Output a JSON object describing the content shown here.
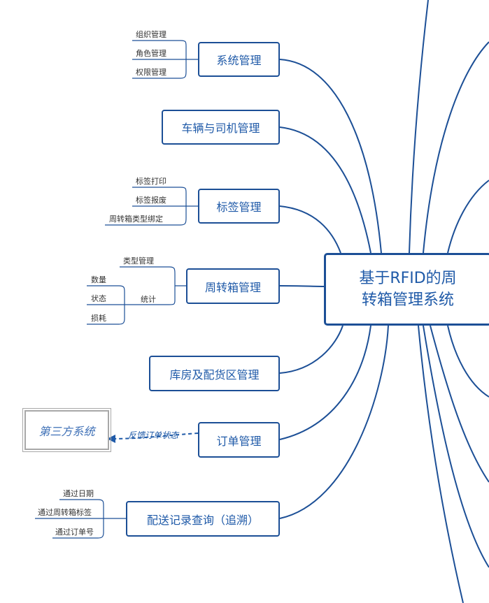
{
  "root": {
    "line1": "基于RFID的周",
    "line2": "转箱管理系统"
  },
  "branches": {
    "system": {
      "label": "系统管理",
      "children": [
        "组织管理",
        "角色管理",
        "权限管理"
      ]
    },
    "vehicle": {
      "label": "车辆与司机管理"
    },
    "tag": {
      "label": "标签管理",
      "children": [
        "标签打印",
        "标签报废",
        "周转箱类型绑定"
      ]
    },
    "box": {
      "label": "周转箱管理",
      "type_mgmt": "类型管理",
      "stats": {
        "label": "统计",
        "children": [
          "数量",
          "状态",
          "损耗"
        ]
      }
    },
    "warehouse": {
      "label": "库房及配货区管理"
    },
    "order": {
      "label": "订单管理",
      "feedback": "反馈订单状态",
      "third_party": "第三方系统"
    },
    "delivery": {
      "label": "配送记录查询（追溯）",
      "children": [
        "通过日期",
        "通过周转箱标签",
        "通过订单号"
      ]
    }
  },
  "colors": {
    "line": "#1c4f96",
    "text": "#1f5aa8",
    "leaf_line": "#1c4f96"
  }
}
